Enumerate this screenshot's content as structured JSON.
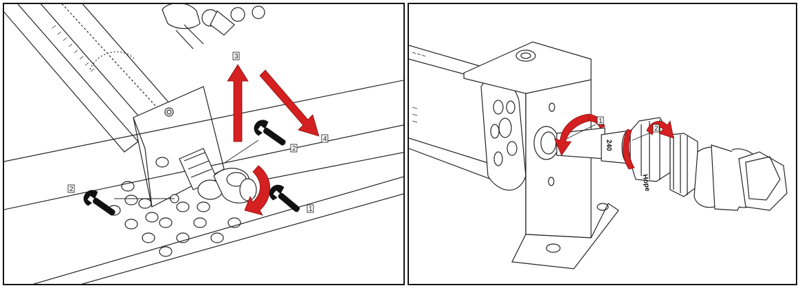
{
  "panels": [
    {
      "id": "left",
      "callouts": [
        {
          "id": "arrow-up",
          "label": "3"
        },
        {
          "id": "arrow-diagonal",
          "label": "4"
        },
        {
          "id": "wrench-right-upper",
          "label": "2"
        },
        {
          "id": "wrench-left",
          "label": "2"
        },
        {
          "id": "wrench-right-lower",
          "label": "1"
        }
      ]
    },
    {
      "id": "right",
      "callouts": [
        {
          "id": "rotate-left",
          "label": "1"
        },
        {
          "id": "rotate-right",
          "label": "2"
        }
      ],
      "fitting_marks": [
        "240",
        "Hope"
      ]
    }
  ],
  "colors": {
    "arrow": "#d42020",
    "wrench": "#111111",
    "line": "#222222"
  },
  "icons": [
    "wrench-icon",
    "arrow-icon",
    "rotation-arrow-icon"
  ]
}
